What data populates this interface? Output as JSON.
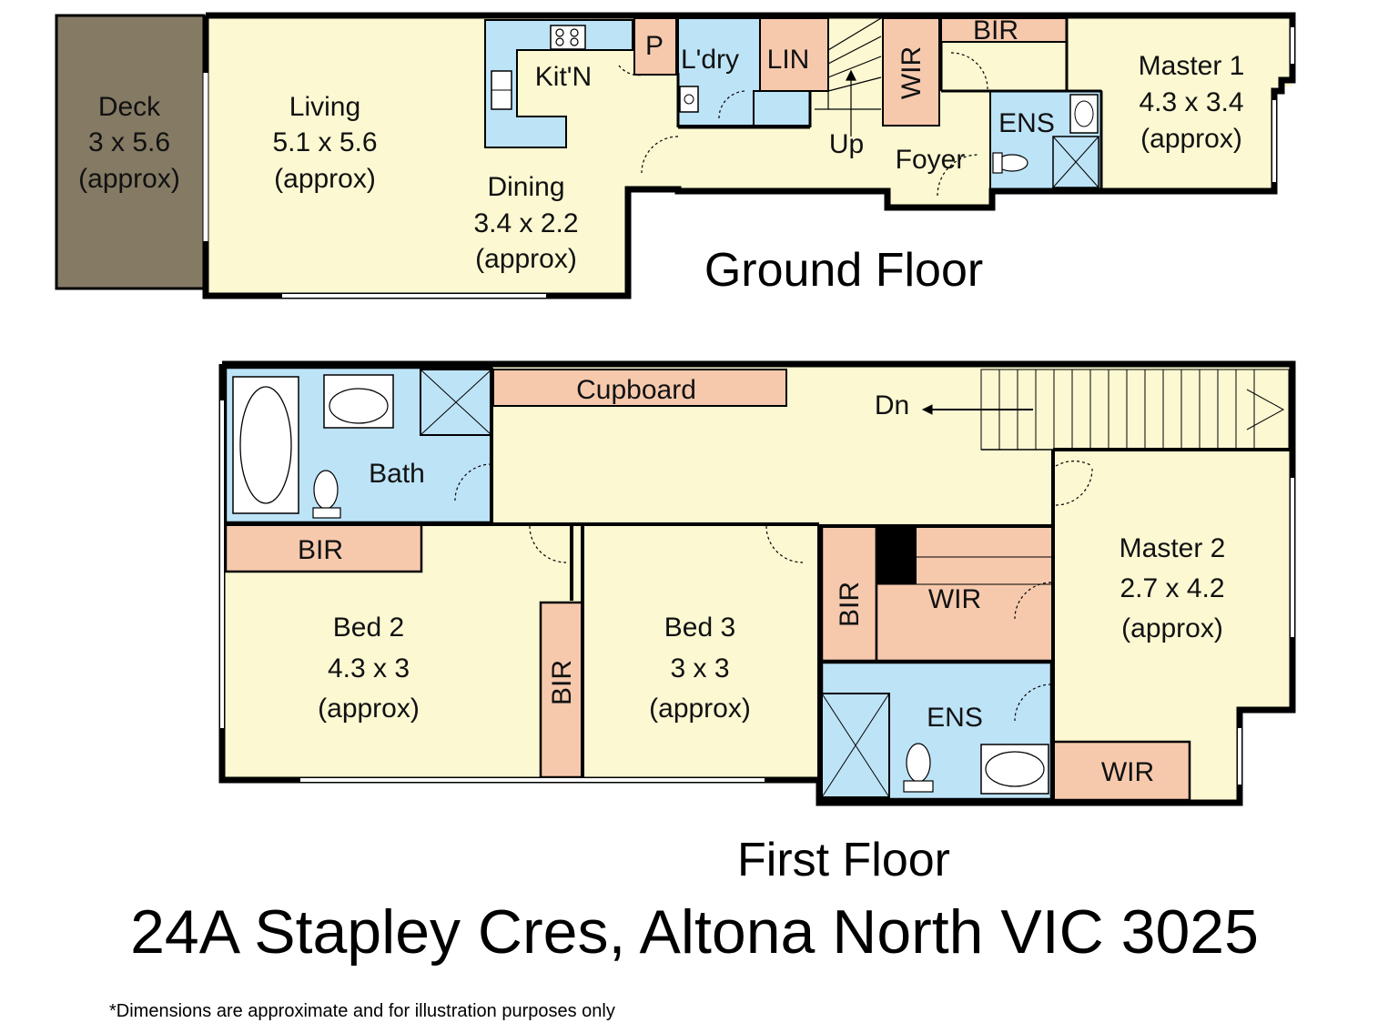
{
  "colors": {
    "room": "#fbf8d2",
    "wet": "#bde3f7",
    "storage": "#f6c9ad",
    "deck": "#857a64",
    "wall": "#000000"
  },
  "ground_floor": {
    "title": "Ground Floor",
    "rooms": {
      "deck": {
        "name": "Deck",
        "size": "3 x 5.6",
        "note": "(approx)"
      },
      "living": {
        "name": "Living",
        "size": "5.1 x 5.6",
        "note": "(approx)"
      },
      "dining": {
        "name": "Dining",
        "size": "3.4 x 2.2",
        "note": "(approx)"
      },
      "kitchen": {
        "name": "Kit'N"
      },
      "pantry": {
        "name": "P"
      },
      "laundry": {
        "name": "L'dry"
      },
      "linen": {
        "name": "LIN"
      },
      "stairs_up": {
        "name": "Up"
      },
      "wir": {
        "name": "WIR"
      },
      "bir": {
        "name": "BIR"
      },
      "foyer": {
        "name": "Foyer"
      },
      "ensuite": {
        "name": "ENS"
      },
      "master1": {
        "name": "Master 1",
        "size": "4.3 x 3.4",
        "note": "(approx)"
      }
    }
  },
  "first_floor": {
    "title": "First Floor",
    "rooms": {
      "bath": {
        "name": "Bath"
      },
      "cupboard": {
        "name": "Cupboard"
      },
      "stairs_down": {
        "name": "Dn"
      },
      "bir_bed2": {
        "name": "BIR"
      },
      "bed2": {
        "name": "Bed 2",
        "size": "4.3 x 3",
        "note": "(approx)"
      },
      "bir_bed2_side": {
        "name": "BIR"
      },
      "bed3": {
        "name": "Bed 3",
        "size": "3 x 3",
        "note": "(approx)"
      },
      "bir_bed3": {
        "name": "BIR"
      },
      "wir_master2": {
        "name": "WIR"
      },
      "ensuite": {
        "name": "ENS"
      },
      "master2": {
        "name": "Master 2",
        "size": "2.7 x 4.2",
        "note": "(approx)"
      },
      "wir_small": {
        "name": "WIR"
      }
    }
  },
  "address": "24A Stapley Cres, Altona North VIC 3025",
  "disclaimer": "*Dimensions are approximate and for illustration purposes only"
}
